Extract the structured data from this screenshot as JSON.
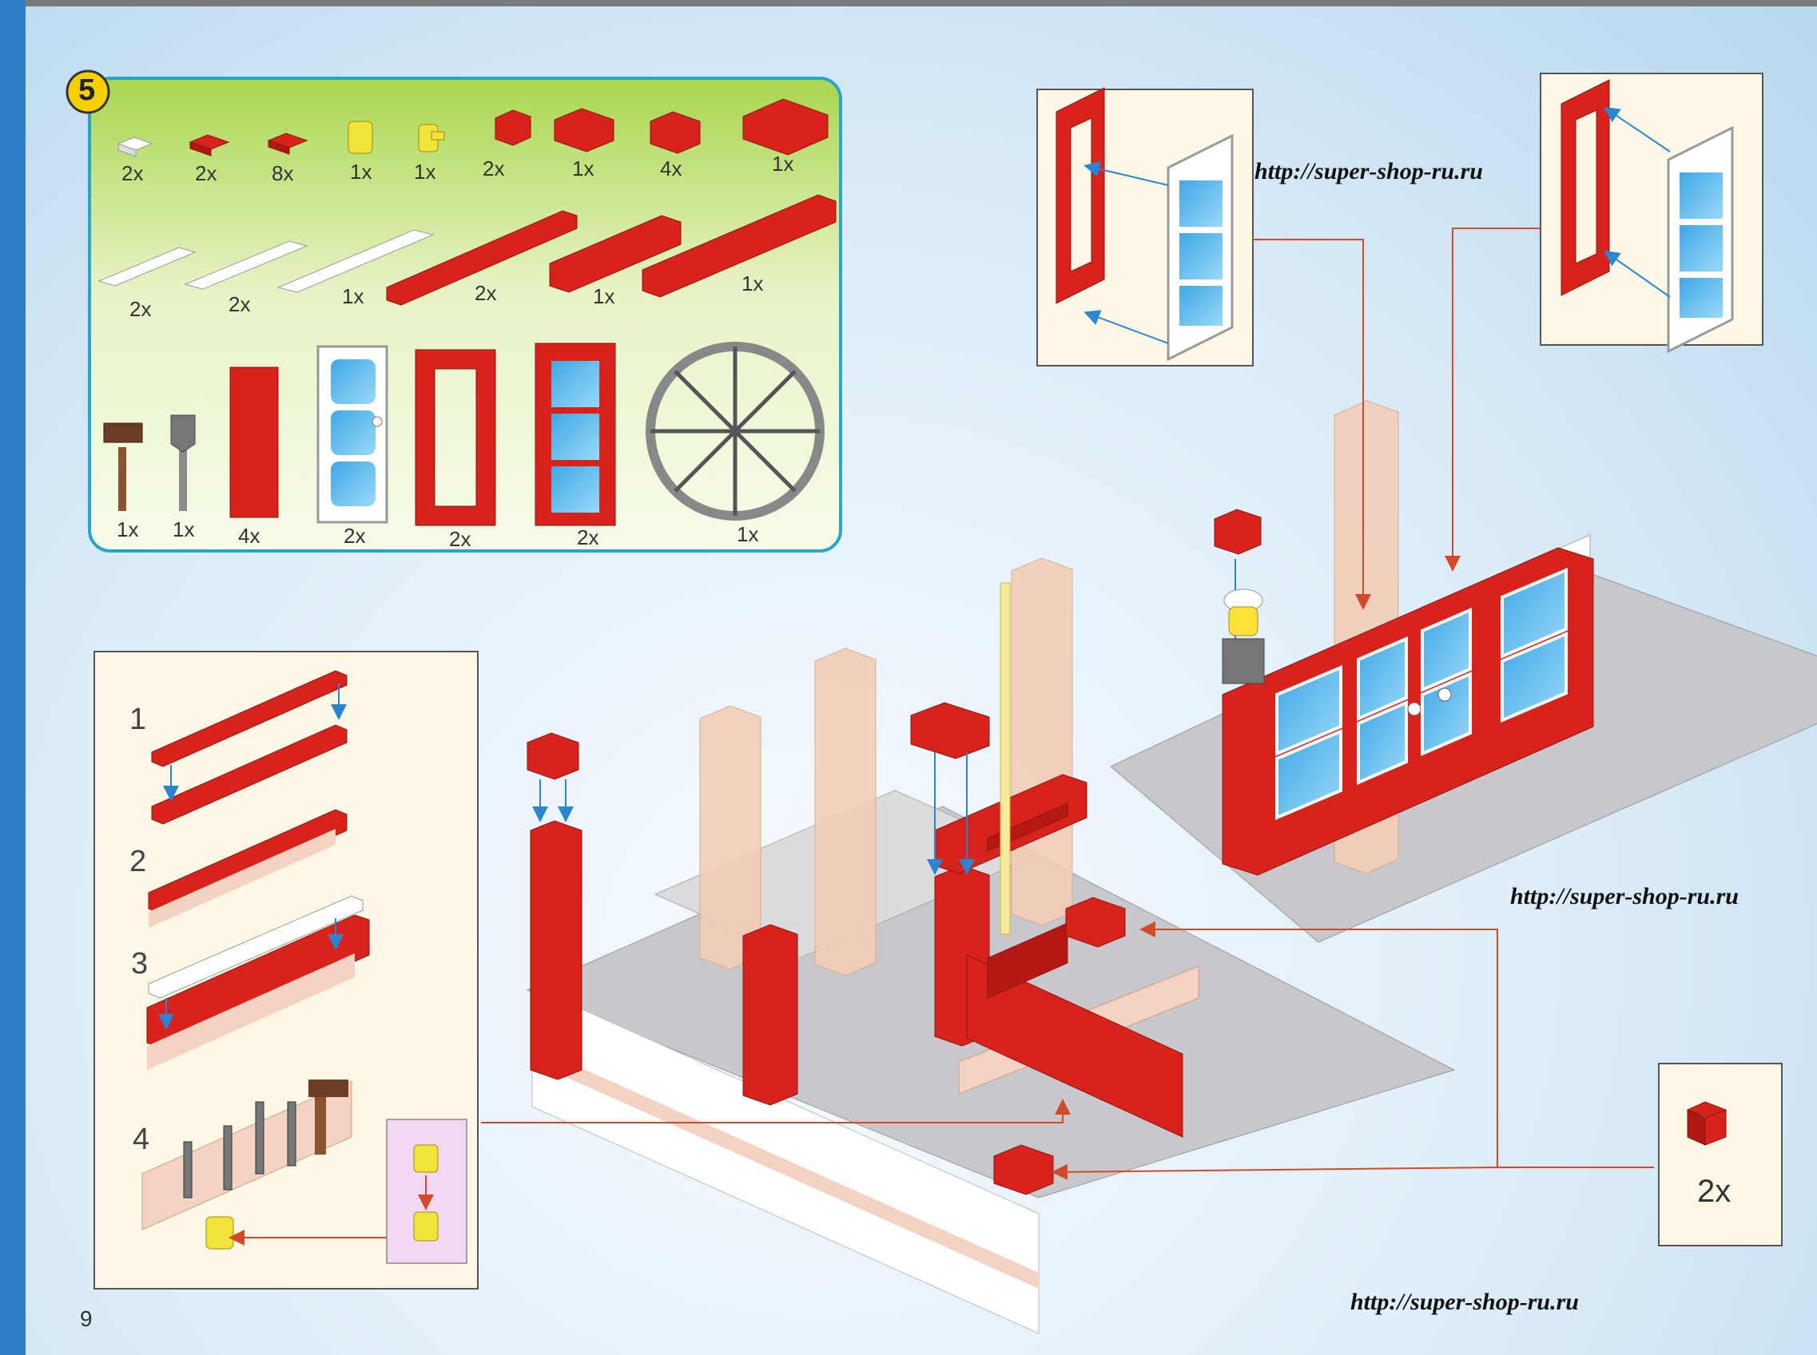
{
  "page": {
    "number": "9"
  },
  "parts_box": {
    "step_number": "5",
    "row1": [
      "2x",
      "2x",
      "8x",
      "1x",
      "1x",
      "2x",
      "1x",
      "4x",
      "1x"
    ],
    "row2": [
      "2x",
      "2x",
      "1x",
      "2x",
      "1x",
      "1x"
    ],
    "row3": [
      "1x",
      "1x",
      "4x",
      "2x",
      "2x",
      "2x",
      "1x"
    ]
  },
  "substeps": [
    "1",
    "2",
    "3",
    "4"
  ],
  "callout_quantity": "2x",
  "watermark": "http://super-shop-ru.ru",
  "colors": {
    "brick_red": "#d8221c",
    "parts_bg_top": "#b6dc5a",
    "page_edge": "#2f7ec6",
    "window_blue": "#5ab8ec",
    "arrow": "#d24a2a"
  },
  "icons": [
    "brick-red-icon",
    "brick-white-tile-icon",
    "yellow-hydrant-icon",
    "door-icon",
    "window-frame-icon",
    "tool-rack-wheel-icon",
    "broom-icon",
    "shovel-icon"
  ]
}
